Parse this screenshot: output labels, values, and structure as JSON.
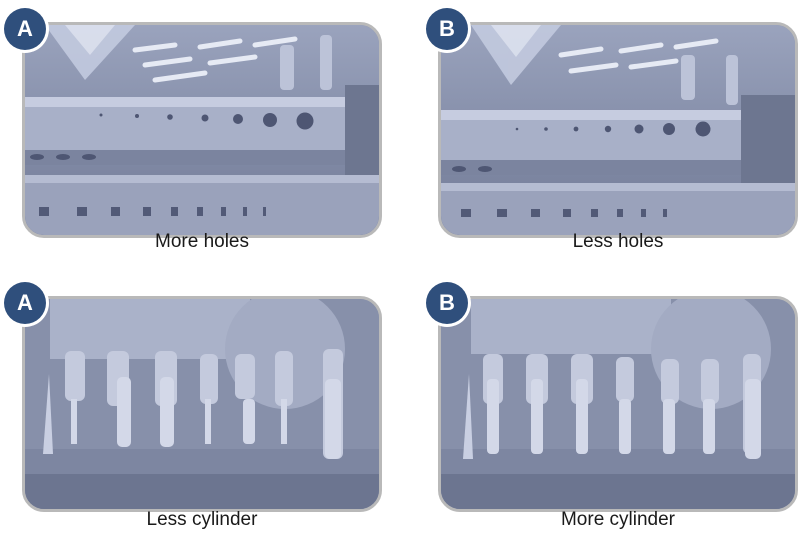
{
  "panels": [
    {
      "badge": "A",
      "caption": "More holes"
    },
    {
      "badge": "B",
      "caption": "Less holes"
    },
    {
      "badge": "A",
      "caption": "Less cylinder"
    },
    {
      "badge": "B",
      "caption": "More cylinder"
    }
  ],
  "colors": {
    "badge_fill": "#2f4f7c",
    "resin_blue": "#8a93ad",
    "frame_border": "#b9b9b9"
  }
}
